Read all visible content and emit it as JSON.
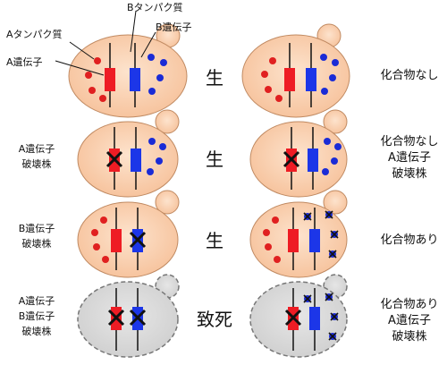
{
  "annotations": {
    "protein_a": "Aタンパク質",
    "gene_a": "A遺伝子",
    "protein_b": "Bタンパク質",
    "gene_b": "B遺伝子"
  },
  "rows": [
    {
      "left_label": [
        "",
        "",
        ""
      ],
      "result": "生",
      "right_label": [
        "化合物なし",
        "",
        ""
      ]
    },
    {
      "left_label": [
        "A遺伝子",
        "破壊株",
        ""
      ],
      "result": "生",
      "right_label": [
        "化合物なし",
        "A遺伝子",
        "破壊株"
      ]
    },
    {
      "left_label": [
        "B遺伝子",
        "破壊株",
        ""
      ],
      "result": "生",
      "right_label": [
        "化合物あり",
        "",
        ""
      ]
    },
    {
      "left_label": [
        "A遺伝子",
        "B遺伝子",
        "破壊株"
      ],
      "result": "致死",
      "right_label": [
        "化合物あり",
        "A遺伝子",
        "破壊株"
      ]
    }
  ],
  "colors": {
    "cell_alive": "#fbd3b4",
    "cell_alive_border": "#c08a62",
    "cell_dead": "#d9d9d9",
    "cell_dead_border": "#777777",
    "gene_a": "#ee1c24",
    "gene_b": "#1c36e8",
    "protein_a": "#e02020",
    "protein_b": "#1a2bd6",
    "knockout": "#111111"
  }
}
